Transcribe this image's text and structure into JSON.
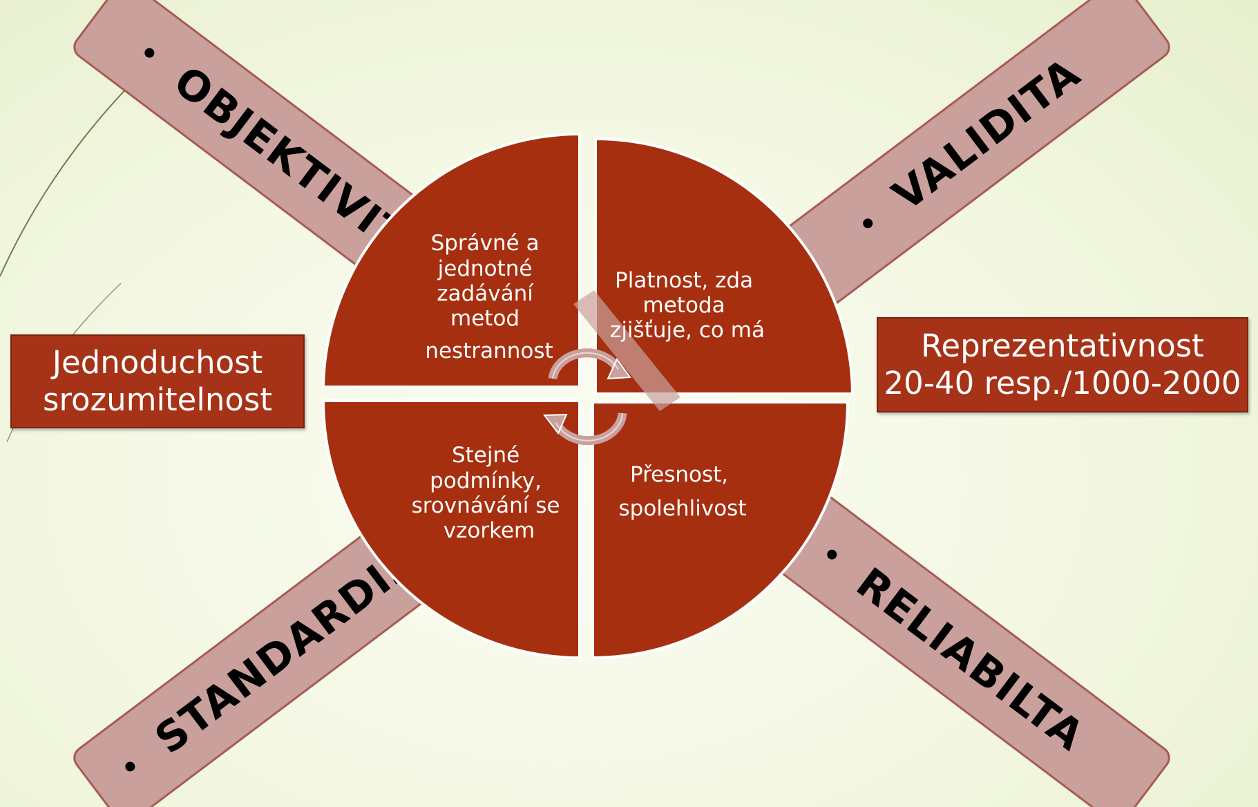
{
  "arms": {
    "top_left": "OBJEKTIVITA",
    "top_right": "VALIDITA",
    "bottom_left": "STANDARDIZA",
    "bottom_right": "RELIABILTA",
    "bullet": "•"
  },
  "quadrants": {
    "top_left": {
      "lines": [
        "Správné a",
        "jednotné",
        "zadávání",
        "metod"
      ],
      "extra": "nestrannost"
    },
    "top_right": {
      "lines": [
        "Platnost, zda",
        "metoda",
        "zjišťuje, co má"
      ]
    },
    "bottom_left": {
      "lines": [
        "Stejné",
        "podmínky,",
        "srovnávání se",
        "vzorkem"
      ]
    },
    "bottom_right": {
      "lines": [
        "Přesnost,",
        "spolehlivost"
      ]
    }
  },
  "side_boxes": {
    "left": {
      "line1": "Jednoduchost",
      "line2": "srozumitelnost"
    },
    "right": {
      "line1": "Reprezentativnost",
      "line2": "20-40 resp./1000-2000"
    }
  },
  "colors": {
    "quadrant_fill": "#a62f10",
    "arm_fill": "#c9a09c",
    "arm_stroke": "#a85a52",
    "box_fill": "#a63218",
    "background": "#f3f7e2"
  }
}
